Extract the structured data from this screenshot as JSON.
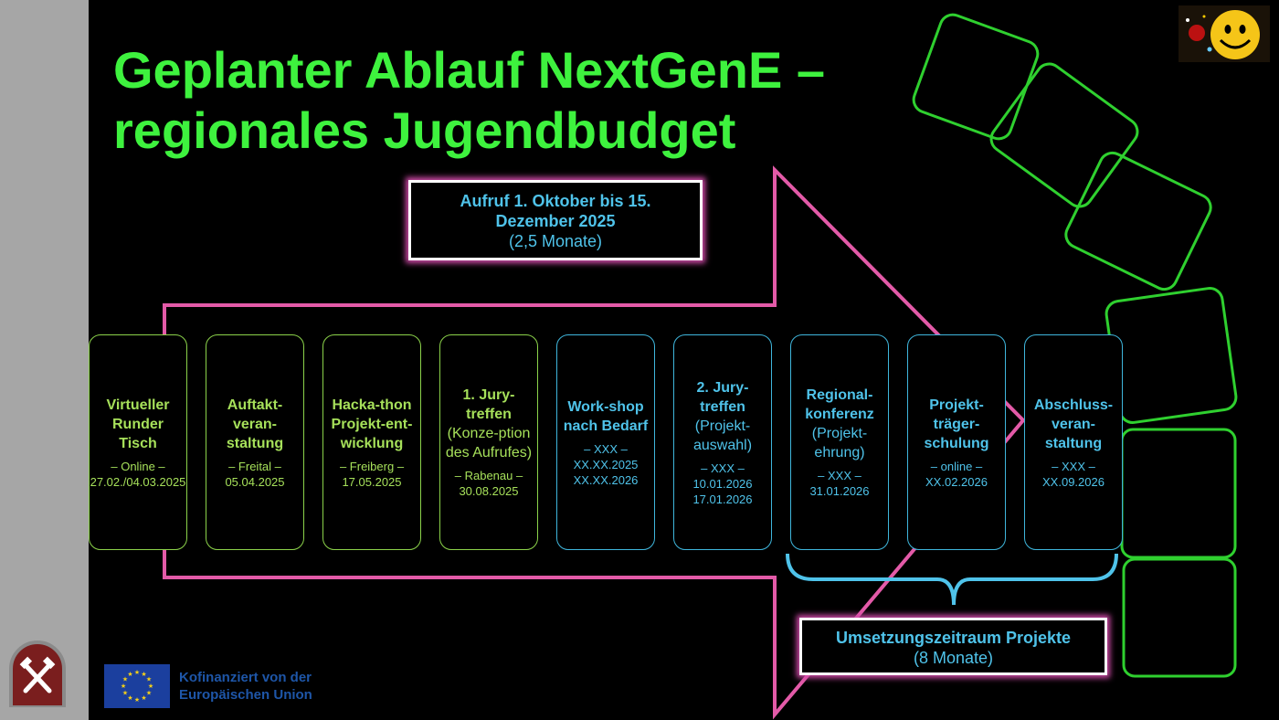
{
  "title": {
    "line1": "Geplanter Ablauf NextGenE –",
    "line2": "regionales Jugendbudget"
  },
  "callout_top": {
    "line1": "Aufruf 1. Oktober bis 15.",
    "line2": "Dezember 2025",
    "line3": "(2,5 Monate)"
  },
  "callout_bottom": {
    "line1": "Umsetzungszeitraum Projekte",
    "line2": "(8 Monate)"
  },
  "steps": [
    {
      "l1": "Virtueller Runder Tisch",
      "l2": "",
      "l3": "– Online – 27.02./04.03.2025"
    },
    {
      "l1": "Auftakt-veran-staltung",
      "l2": "",
      "l3": "– Freital – 05.04.2025"
    },
    {
      "l1": "Hacka-thon Projekt-ent-wicklung",
      "l2": "",
      "l3": "– Freiberg – 17.05.2025"
    },
    {
      "l1": "1. Jury-treffen",
      "l2": "(Konze-ption des Aufrufes)",
      "l3": "– Rabenau – 30.08.2025"
    },
    {
      "l1": "Work-shop nach Bedarf",
      "l2": "",
      "l3": "– XXX – XX.XX.2025 XX.XX.2026"
    },
    {
      "l1": "2. Jury-treffen",
      "l2": "(Projekt-auswahl)",
      "l3": "– XXX – 10.01.2026 17.01.2026"
    },
    {
      "l1": "Regional-konferenz",
      "l2": "(Projekt-ehrung)",
      "l3": "– XXX – 31.01.2026"
    },
    {
      "l1": "Projekt-träger-schulung",
      "l2": "",
      "l3": "– online – XX.02.2026"
    },
    {
      "l1": "Abschluss-veran-staltung",
      "l2": "",
      "l3": "– XXX – XX.09.2026"
    }
  ],
  "eu": {
    "line1": "Kofinanziert von der",
    "line2": "Europäischen Union"
  },
  "colors": {
    "title_green": "#3ef23e",
    "step_green": "#a6e05a",
    "step_blue": "#4fc3ea",
    "arrow_pink": "#e35aa8"
  }
}
